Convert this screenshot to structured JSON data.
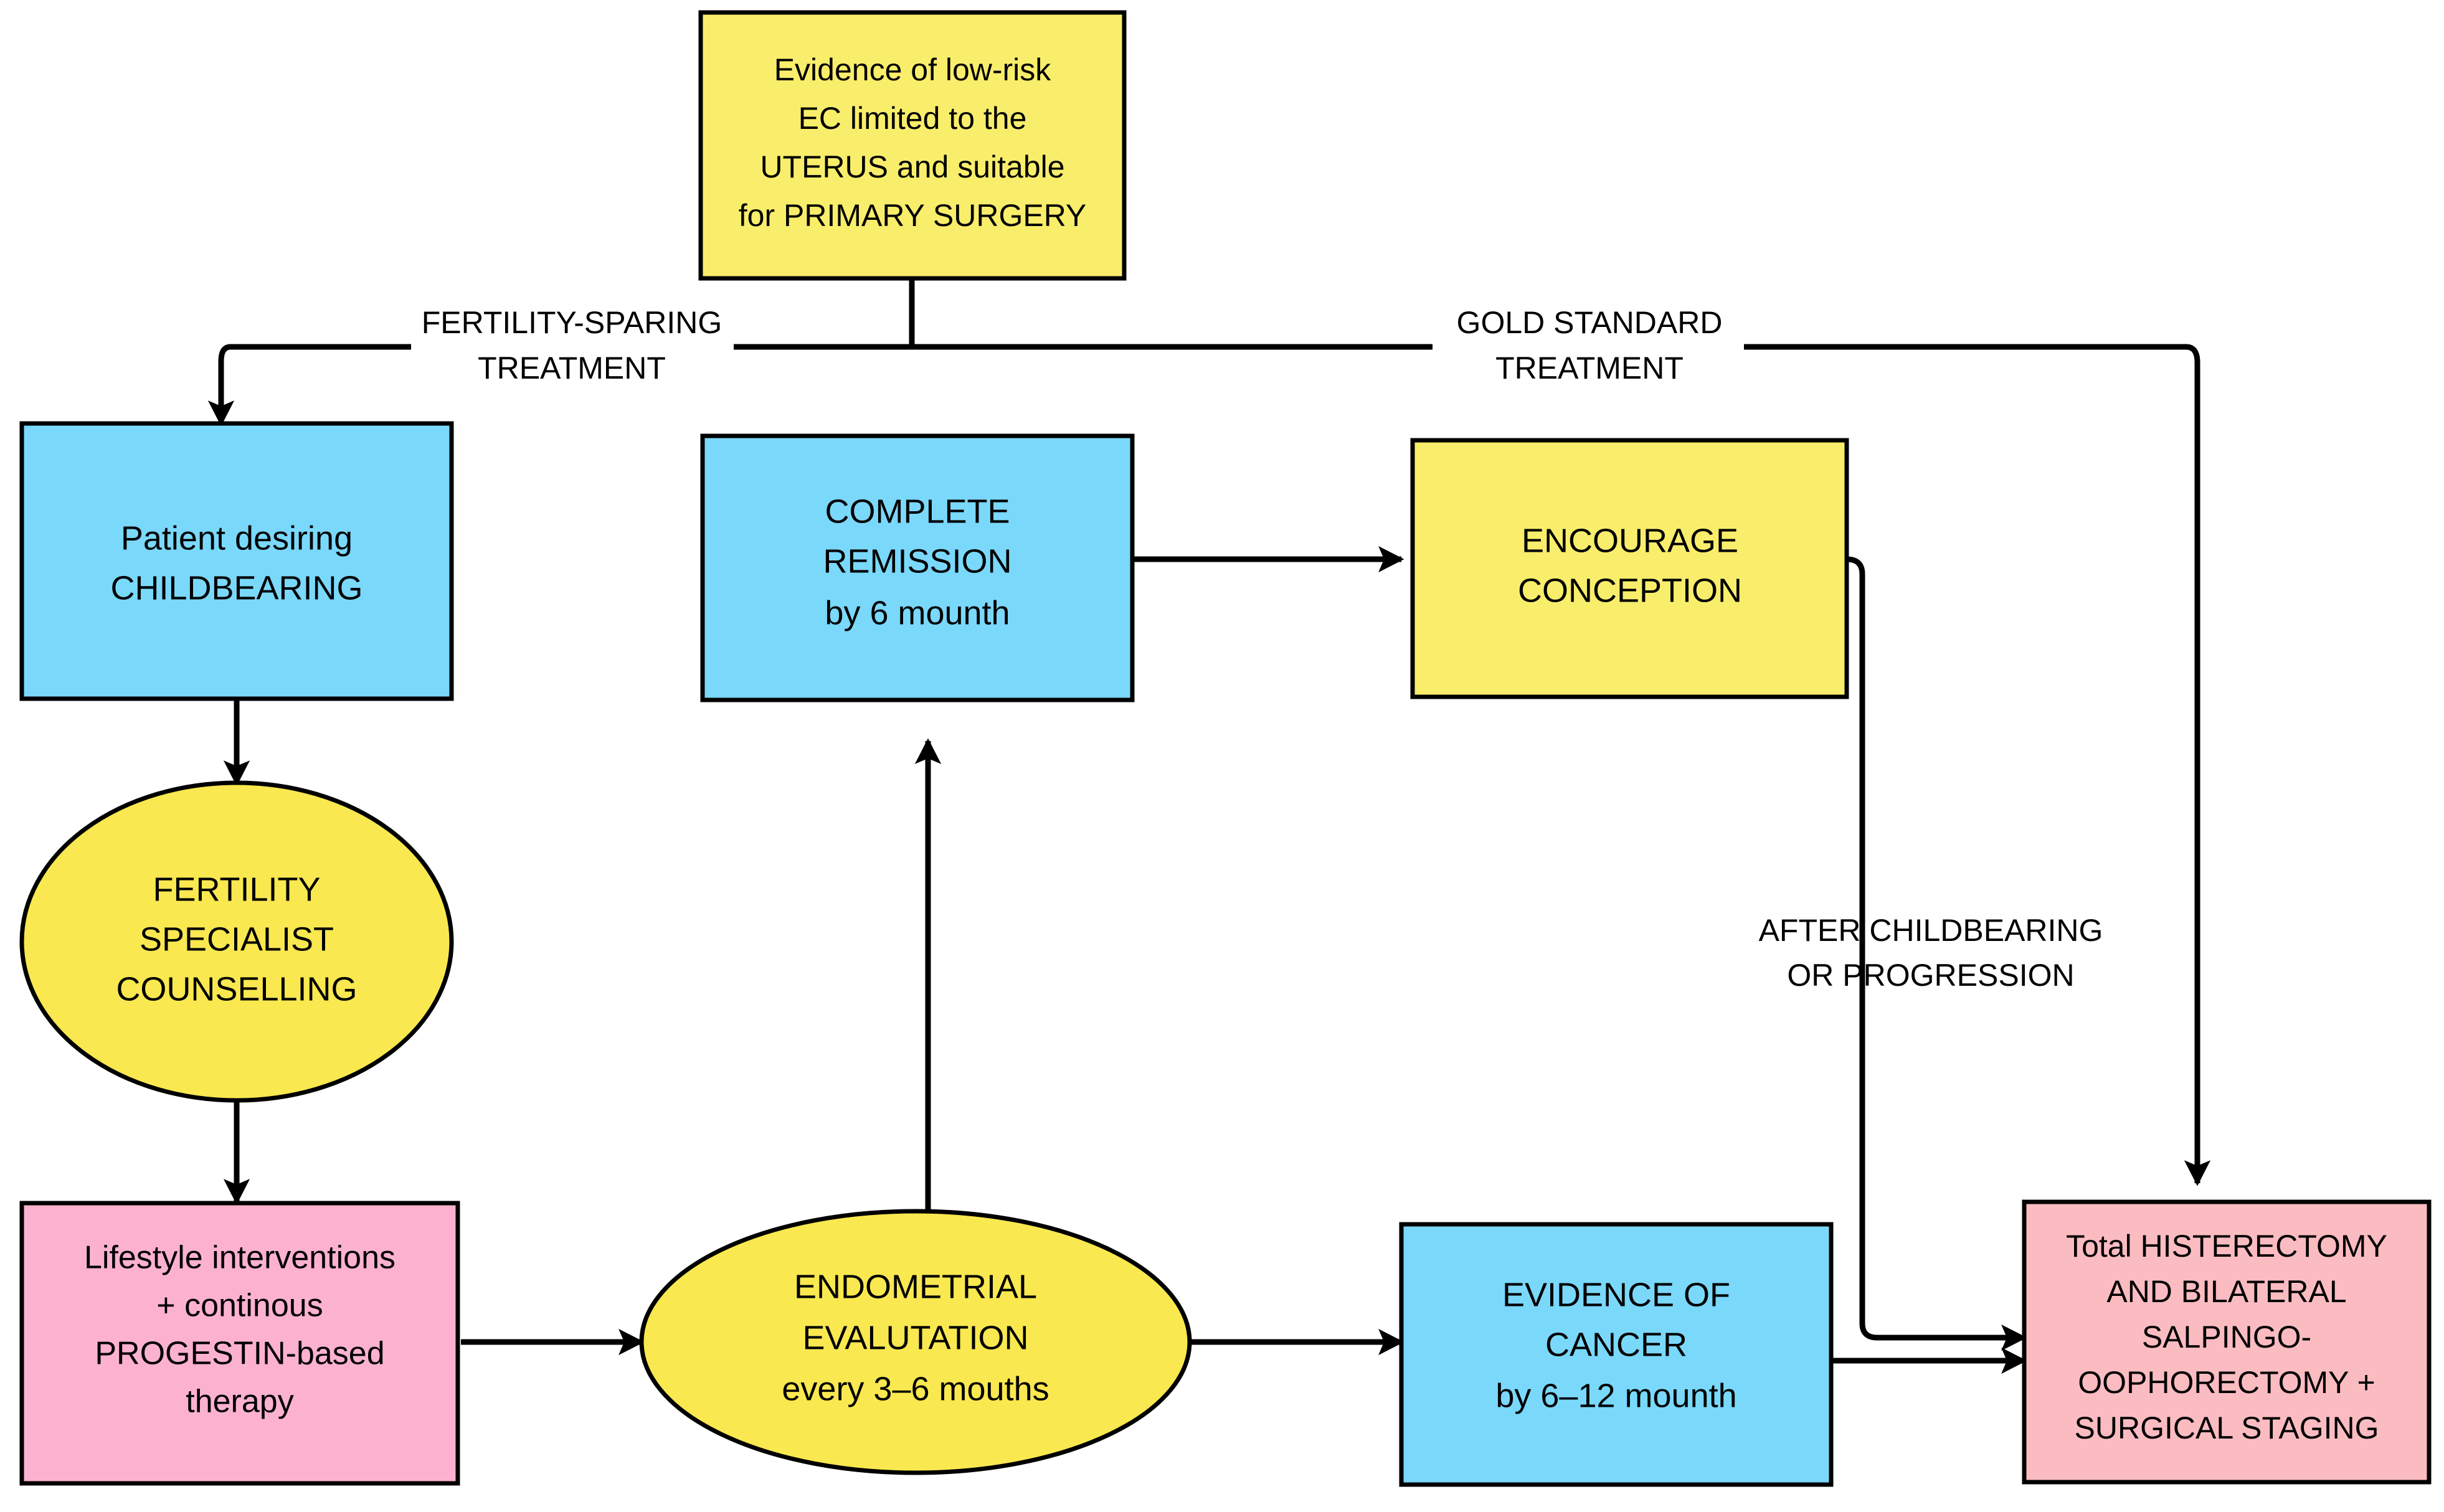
{
  "diagram": {
    "title": "Fertility-sparing vs gold standard treatment algorithm for low-risk endometrial cancer",
    "colors": {
      "blue": "#7ad8fb",
      "yellow": "#f9ee6b",
      "yellow_ellipse": "#f9e84f",
      "pink": "#fcb2ce",
      "salmon": "#fbbcc1",
      "stroke": "#000000",
      "background": "#ffffff"
    },
    "nodes": {
      "root": {
        "shape": "rect",
        "color": "yellow",
        "lines": [
          "Evidence of low-risk",
          "EC limited to the",
          "UTERUS and suitable",
          "for PRIMARY SURGERY"
        ]
      },
      "patient_childbearing": {
        "shape": "rect",
        "color": "blue",
        "lines": [
          "Patient desiring",
          "CHILDBEARING"
        ]
      },
      "fertility_counselling": {
        "shape": "ellipse",
        "color": "yellow",
        "lines": [
          "FERTILITY",
          "SPECIALIST",
          "COUNSELLING"
        ]
      },
      "progestin_therapy": {
        "shape": "rect",
        "color": "pink",
        "lines": [
          "Lifestyle interventions",
          "+ continous",
          "PROGESTIN-based",
          "therapy"
        ]
      },
      "endometrial_evaluation": {
        "shape": "ellipse",
        "color": "yellow",
        "lines": [
          "ENDOMETRIAL",
          "EVALUTATION",
          "every 3–6 mouths"
        ]
      },
      "complete_remission": {
        "shape": "rect",
        "color": "blue",
        "lines": [
          "COMPLETE",
          "REMISSION",
          "by 6 mounth"
        ]
      },
      "encourage_conception": {
        "shape": "rect",
        "color": "yellow",
        "lines": [
          "ENCOURAGE",
          "CONCEPTION"
        ]
      },
      "evidence_of_cancer": {
        "shape": "rect",
        "color": "blue",
        "lines": [
          "EVIDENCE OF",
          "CANCER",
          "by 6–12 mounth"
        ]
      },
      "surgery": {
        "shape": "rect",
        "color": "salmon",
        "lines": [
          "Total HISTERECTOMY",
          "AND BILATERAL",
          "SALPINGO-",
          "OOPHORECTOMY +",
          "SURGICAL STAGING"
        ]
      }
    },
    "edge_labels": {
      "fertility_sparing": {
        "line1": "FERTILITY-SPARING",
        "line2": "TREATMENT"
      },
      "gold_standard": {
        "line1": "GOLD STANDARD",
        "line2": "TREATMENT"
      },
      "after_childbearing": {
        "line1": "AFTER CHILDBEARING",
        "line2": "OR PROGRESSION"
      }
    }
  }
}
